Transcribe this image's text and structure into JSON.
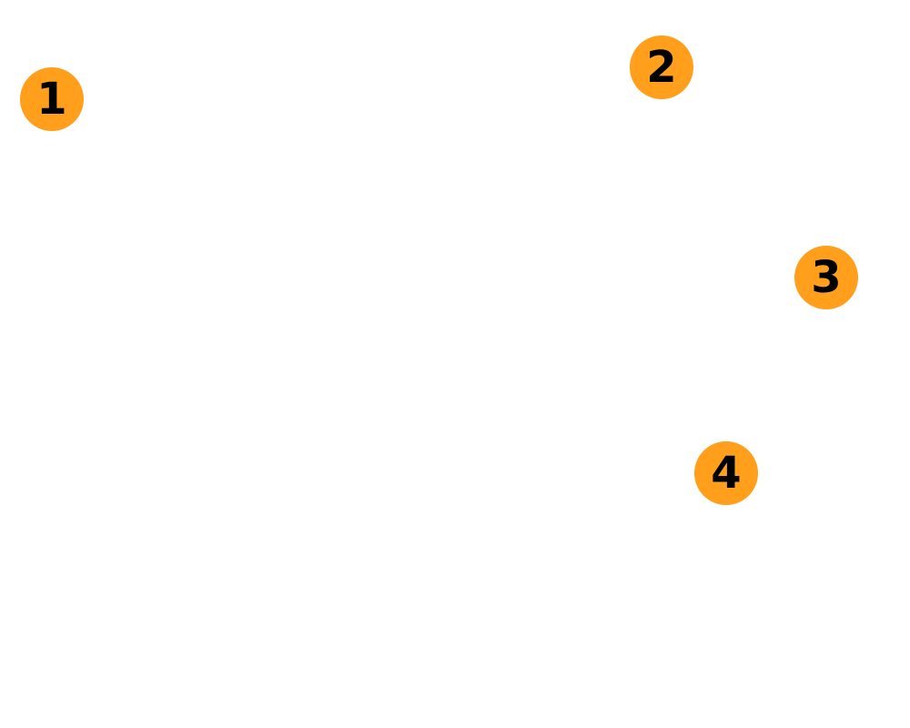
{
  "colors": {
    "marker_fill": "#FF9F1C",
    "marker_text": "#000000",
    "background": "#FFFFFF"
  },
  "markers": [
    {
      "label": "1"
    },
    {
      "label": "2"
    },
    {
      "label": "3"
    },
    {
      "label": "4"
    }
  ]
}
